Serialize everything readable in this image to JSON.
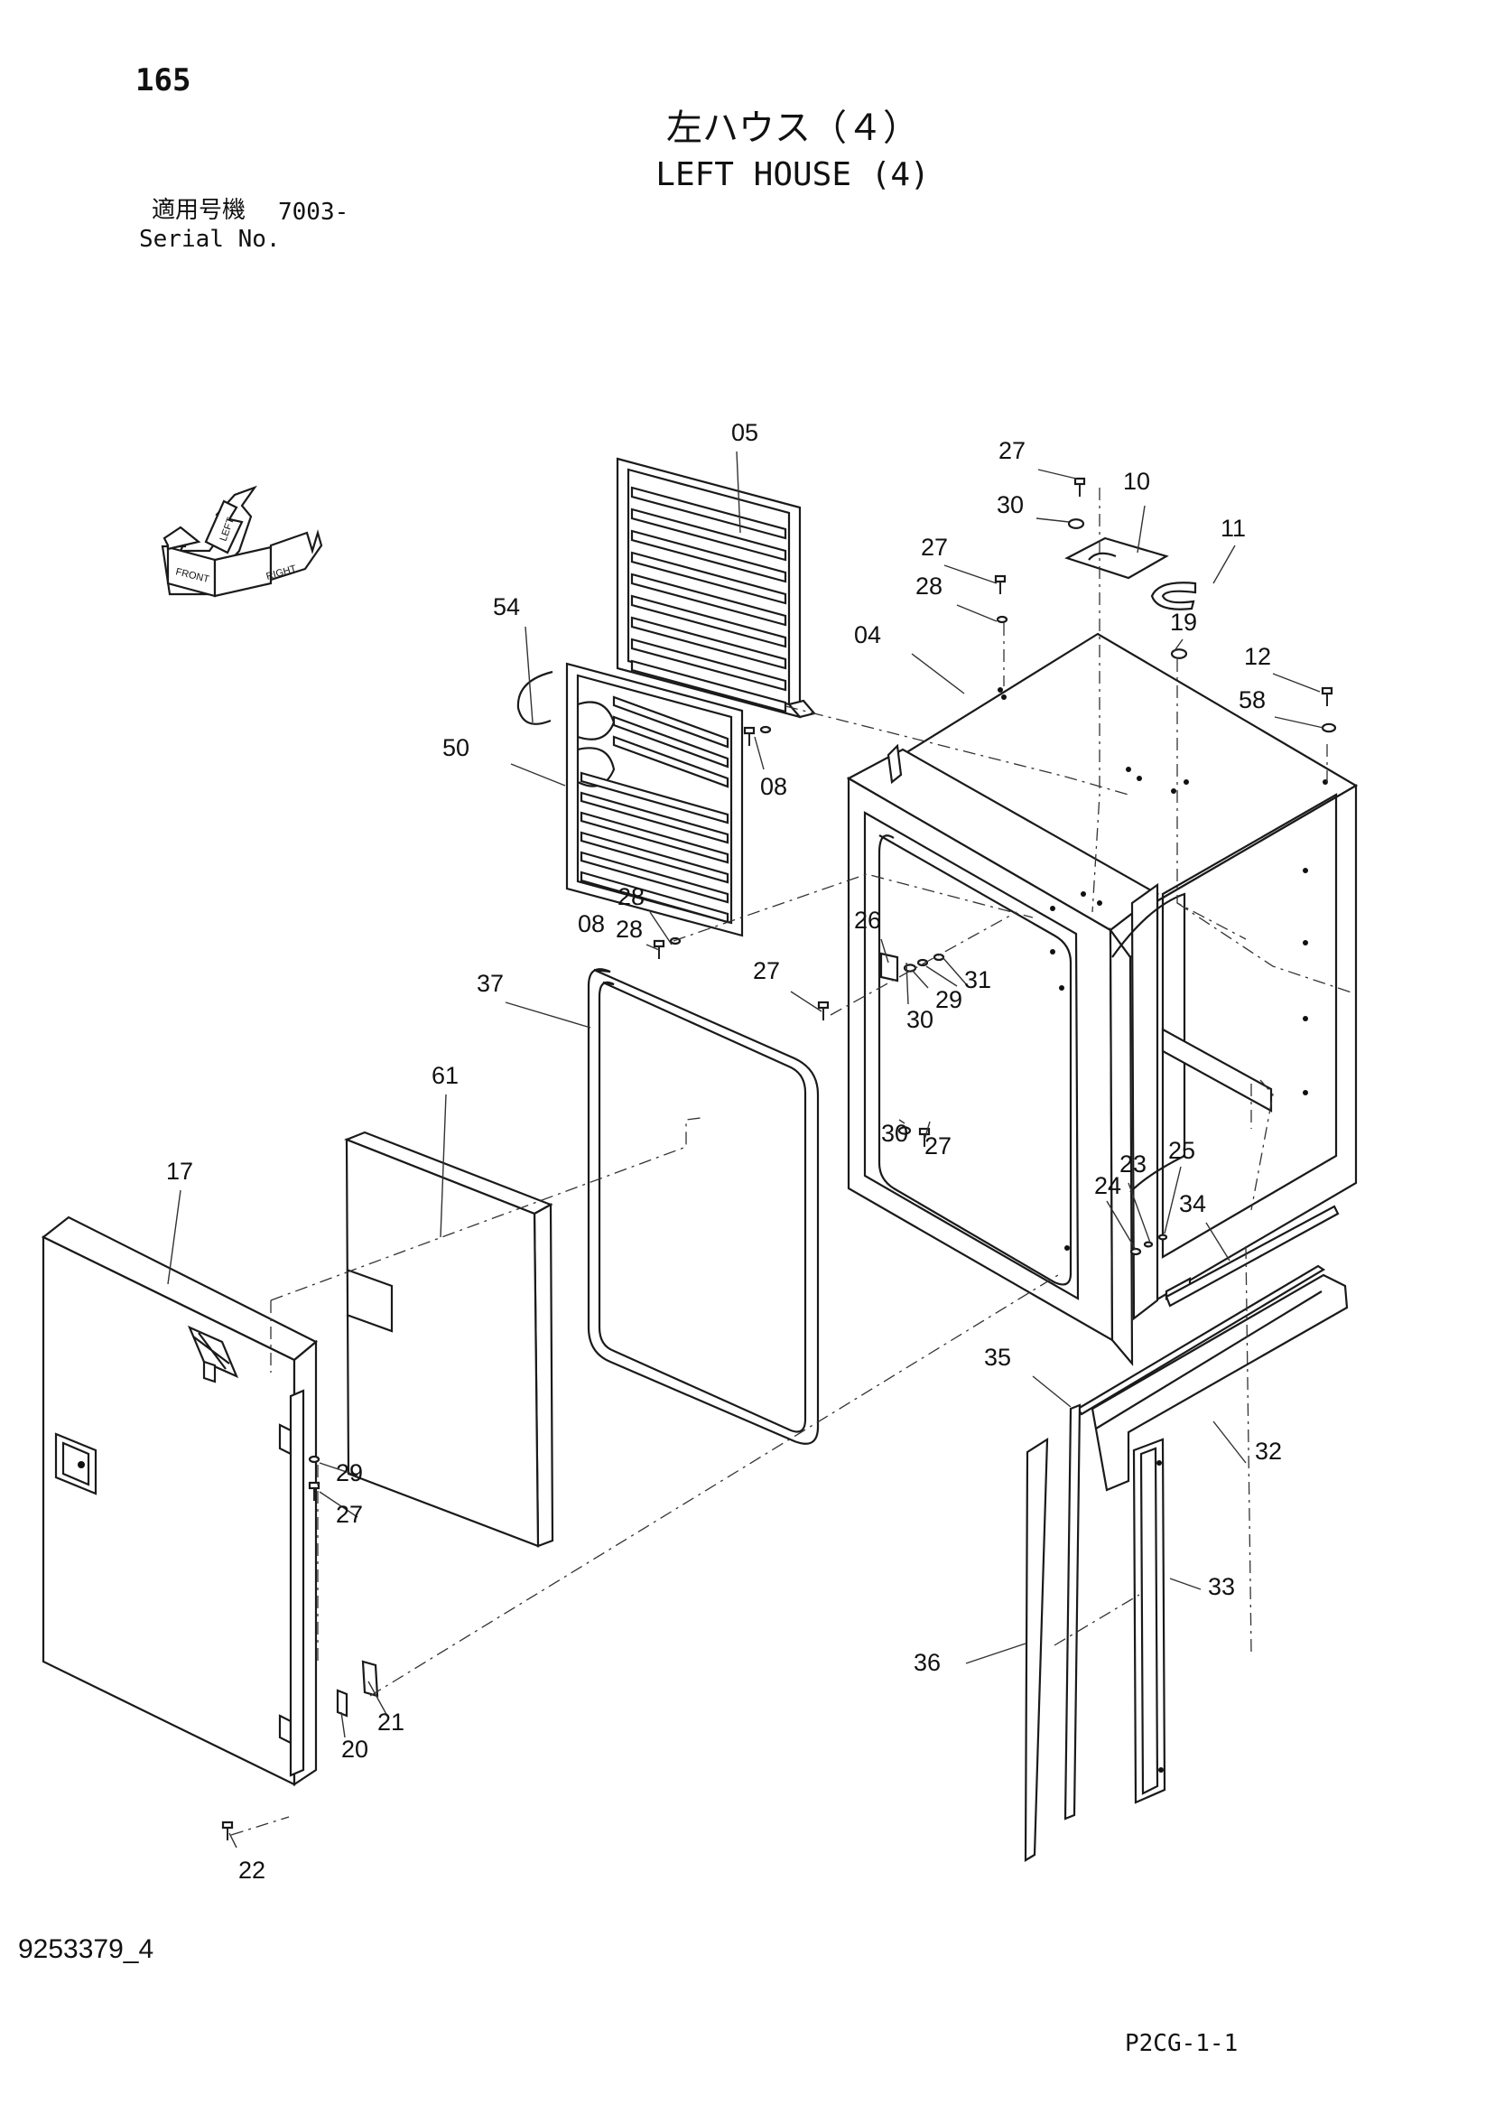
{
  "header": {
    "page_number": "165",
    "title_jp": "左ハウス（４）",
    "title_en": "LEFT HOUSE (4)",
    "serial_label_jp": "適用号機",
    "serial_value": "7003-",
    "serial_label_en": "Serial No."
  },
  "footer": {
    "drawing_number": "9253379_4",
    "page_code": "P2CG-1-1"
  },
  "direction_marker": {
    "words": [
      "FRONT",
      "LEFT",
      "RIGHT"
    ]
  },
  "callouts": [
    "05",
    "27",
    "30",
    "10",
    "11",
    "27",
    "28",
    "04",
    "19",
    "12",
    "58",
    "54",
    "50",
    "08",
    "28",
    "28",
    "08",
    "26",
    "27",
    "31",
    "29",
    "30",
    "37",
    "61",
    "30",
    "27",
    "17",
    "25",
    "23",
    "24",
    "34",
    "35",
    "32",
    "29",
    "27",
    "33",
    "36",
    "21",
    "20",
    "22"
  ]
}
